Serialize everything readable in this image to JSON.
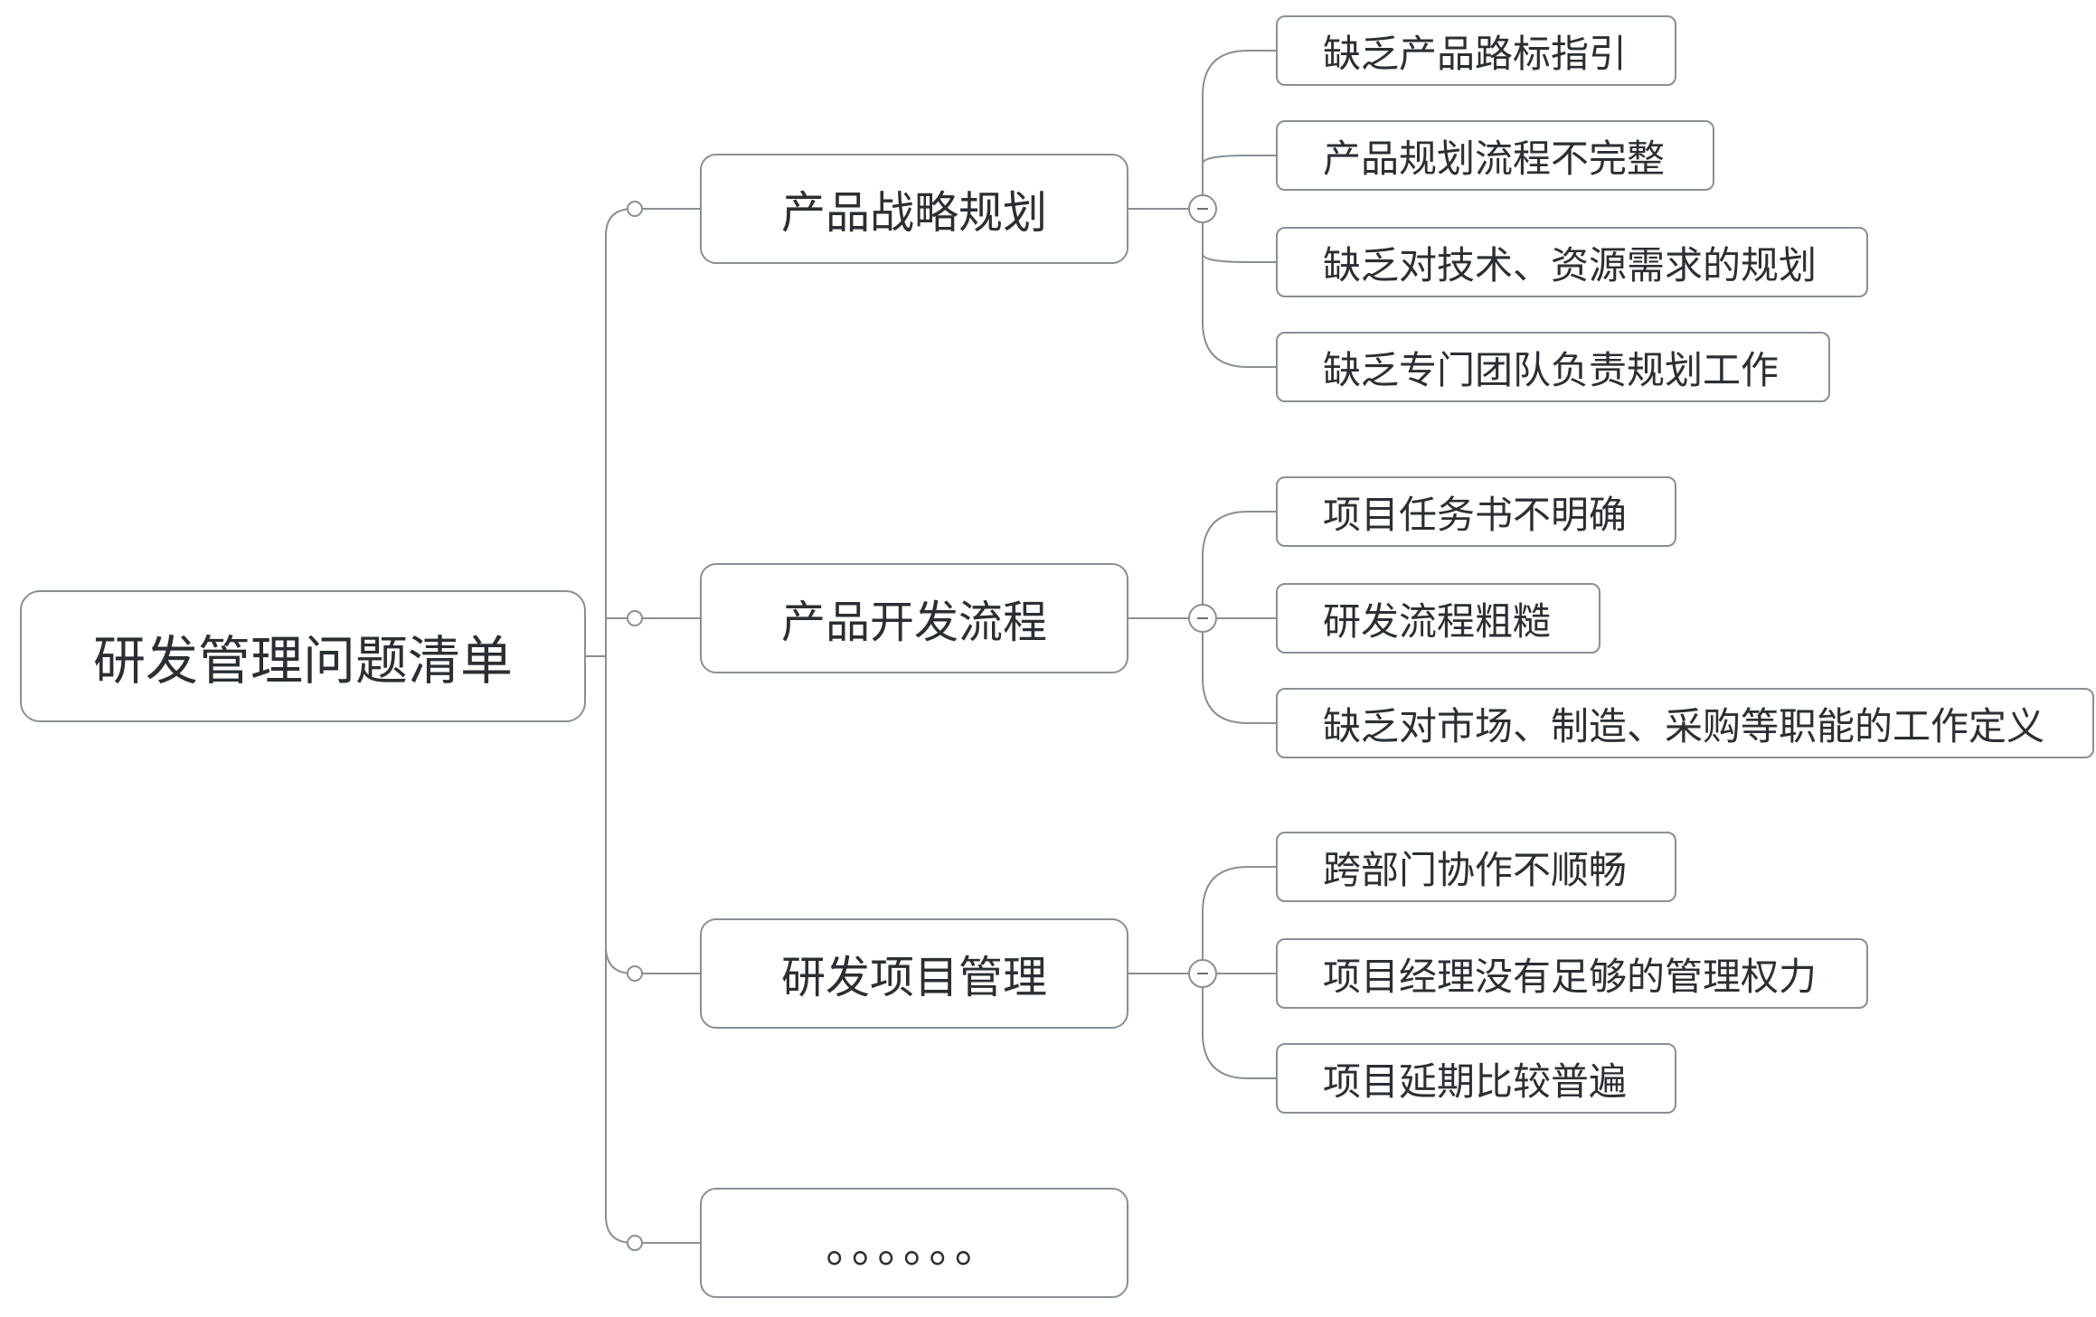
{
  "root": {
    "label": "研发管理问题清单"
  },
  "branches": [
    {
      "label": "产品战略规划",
      "children": [
        "缺乏产品路标指引",
        "产品规划流程不完整",
        "缺乏对技术、资源需求的规划",
        "缺乏专门团队负责规划工作"
      ]
    },
    {
      "label": "产品开发流程",
      "children": [
        "项目任务书不明确",
        "研发流程粗糙",
        "缺乏对市场、制造、采购等职能的工作定义"
      ]
    },
    {
      "label": "研发项目管理",
      "children": [
        "跨部门协作不顺畅",
        "项目经理没有足够的管理权力",
        "项目延期比较普遍"
      ]
    },
    {
      "label": "。。。。。。",
      "children": []
    }
  ],
  "colors": {
    "line": "#8a8f94",
    "text": "#2b2f33",
    "background": "#ffffff"
  }
}
